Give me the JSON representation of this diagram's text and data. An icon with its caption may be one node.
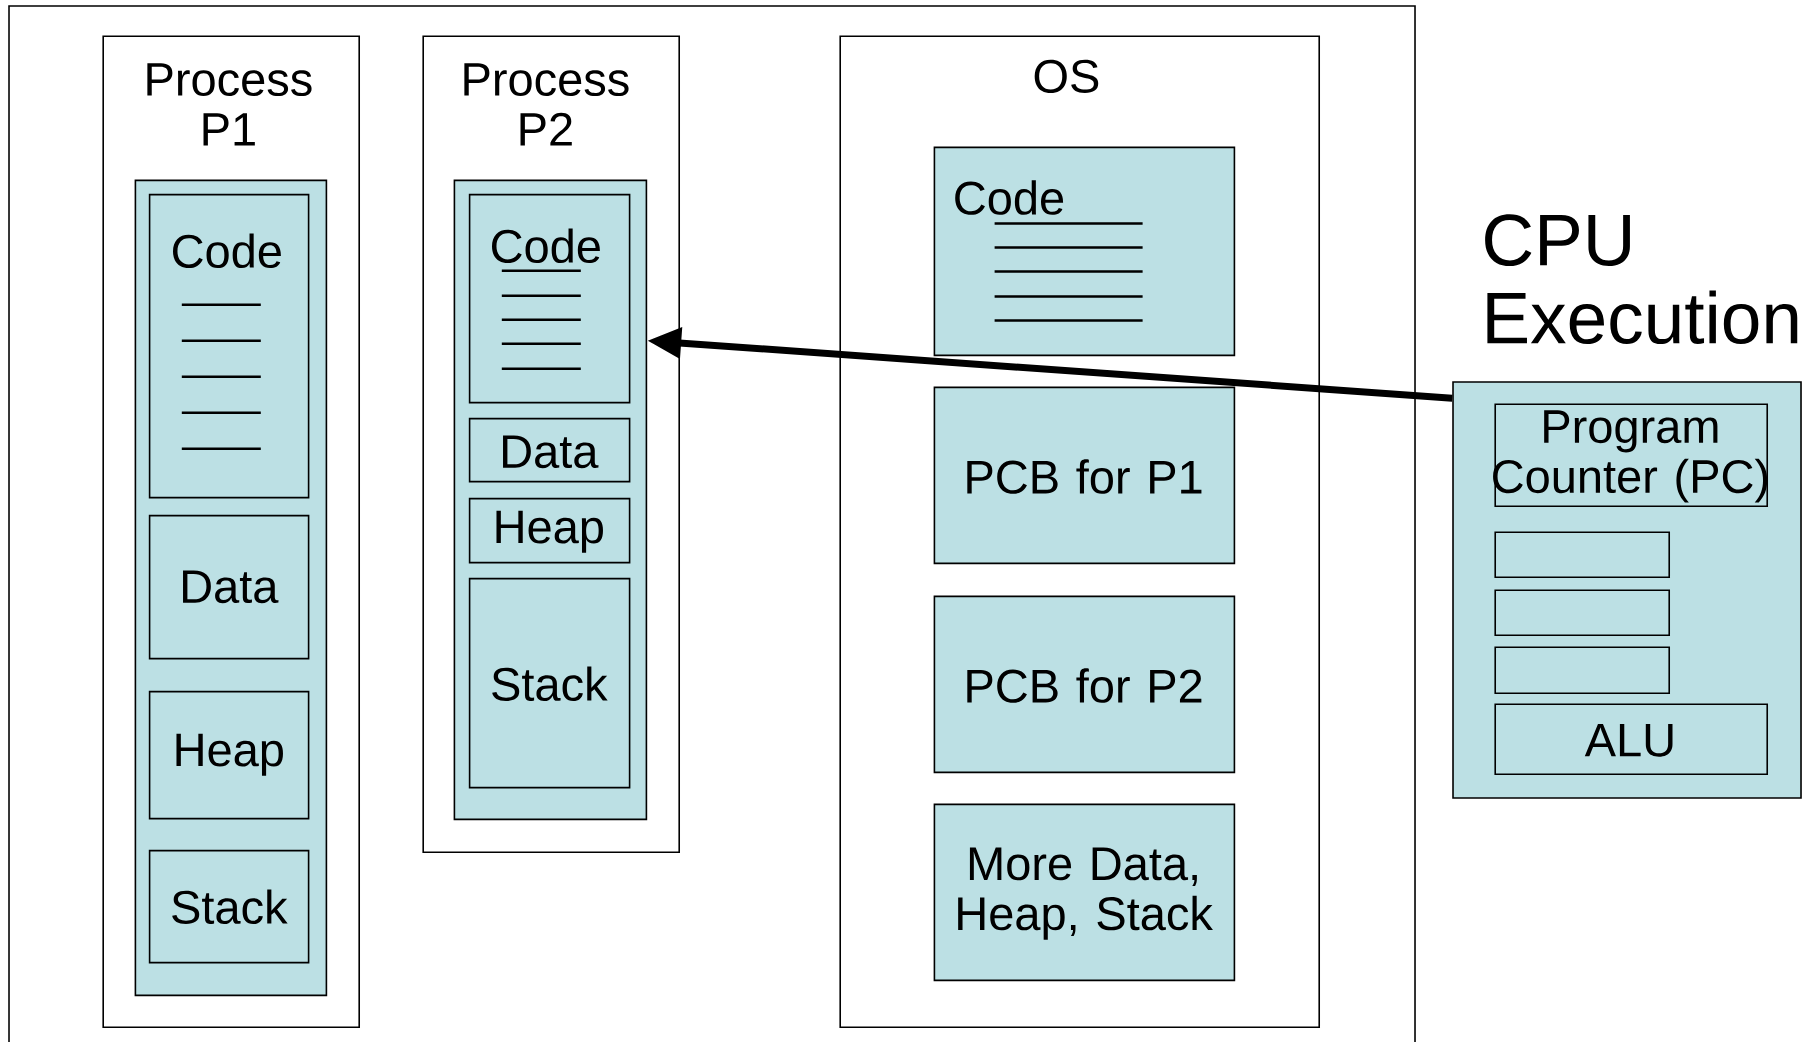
{
  "diagram": {
    "nodes": [
      {
        "text": [],
        "shape": "box"
      },
      {
        "text": [
          "Process P1"
        ],
        "in": 0
      },
      {
        "text": [],
        "shape": "box",
        "in": 1
      },
      {
        "text": [
          "Code"
        ],
        "in": 2
      },
      {
        "text": [
          "Data"
        ],
        "in": 2
      },
      {
        "text": [
          "Heap"
        ],
        "in": 2
      },
      {
        "text": [
          "Stack"
        ],
        "in": 2
      },
      {
        "text": [
          "Process P2"
        ],
        "in": 0
      },
      {
        "text": [],
        "shape": "box",
        "in": 7
      },
      {
        "text": [
          "Code"
        ],
        "in": 8
      },
      {
        "text": [
          "Data"
        ],
        "in": 8
      },
      {
        "text": [
          "Heap"
        ],
        "in": 8
      },
      {
        "text": [
          "Stack"
        ],
        "in": 8
      },
      {
        "text": [
          "OS"
        ],
        "in": 0
      },
      {
        "text": [
          "Code"
        ],
        "in": 13
      },
      {
        "text": [
          "PCB for P1"
        ],
        "in": 13
      },
      {
        "text": [
          "PCB for P2"
        ],
        "in": 13
      },
      {
        "text": [
          "More Data, Heap, Stack"
        ],
        "in": 13
      },
      {
        "text": [
          "CPU Execution"
        ]
      },
      {
        "text": [
          "Program Counter (PC)"
        ],
        "in": 18
      },
      {
        "text": [],
        "shape": "box",
        "in": 18
      },
      {
        "text": [],
        "shape": "box",
        "in": 18
      },
      {
        "text": [],
        "shape": "box",
        "in": 18
      },
      {
        "text": [
          "ALU"
        ],
        "in": 18
      }
    ],
    "edges": [
      {
        "from": 18,
        "to": 8,
        "arrow": "to"
      }
    ]
  }
}
